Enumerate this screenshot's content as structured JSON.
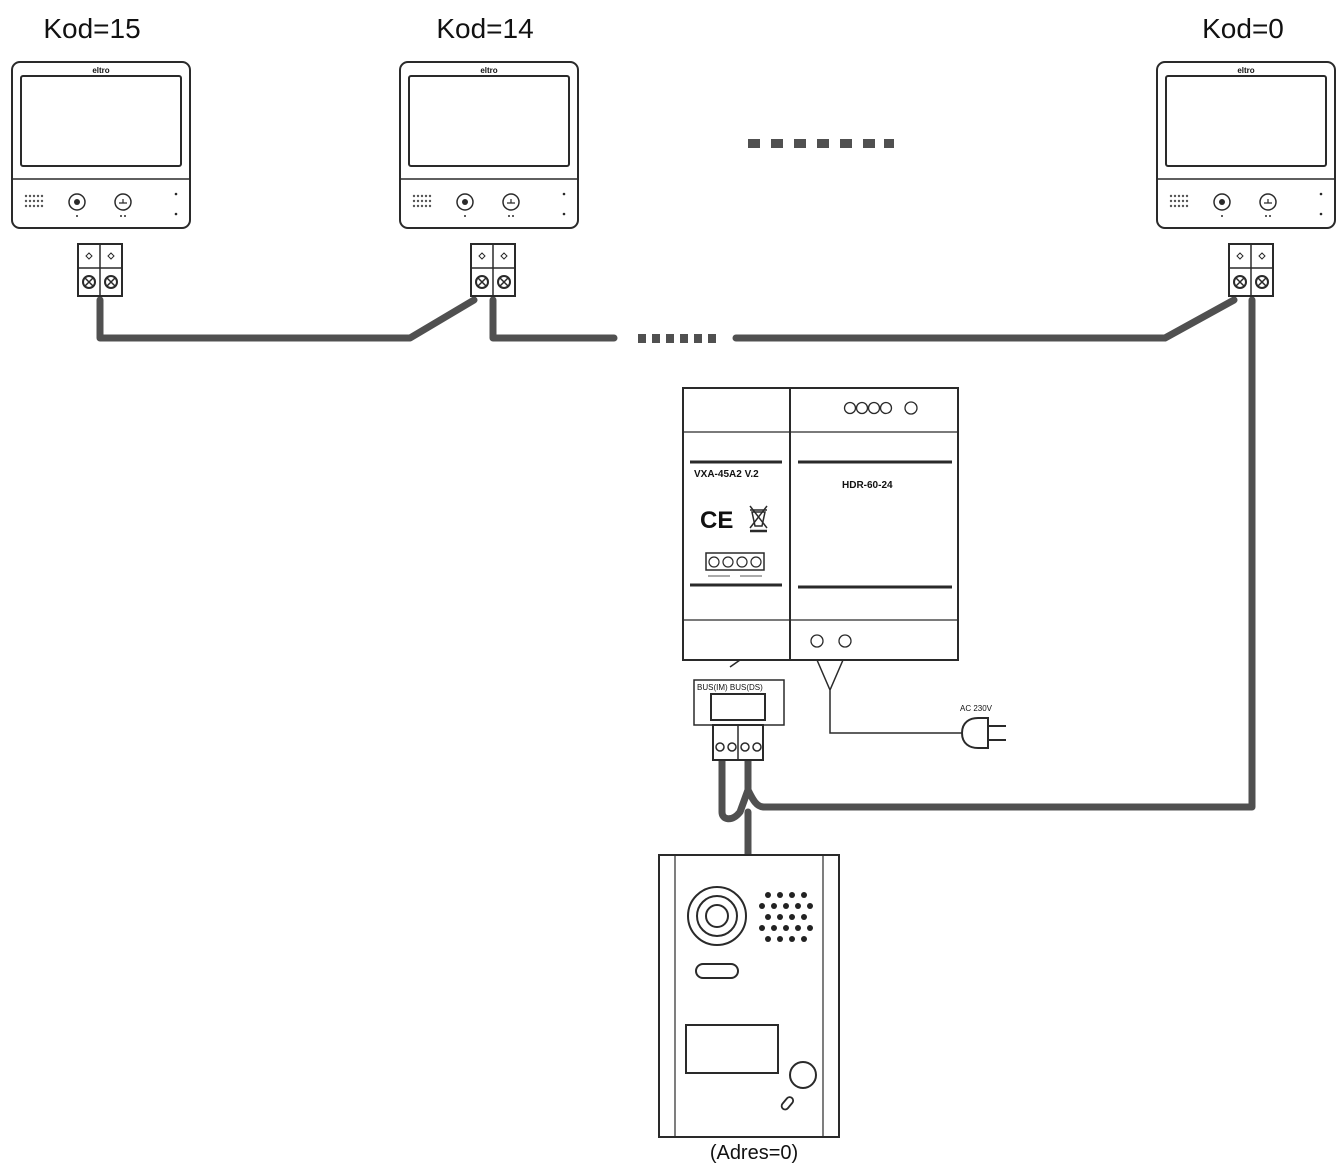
{
  "monitors": [
    {
      "code_label": "Kod=15",
      "brand": "eltro"
    },
    {
      "code_label": "Kod=14",
      "brand": "eltro"
    },
    {
      "code_label": "Kod=0",
      "brand": "eltro"
    }
  ],
  "distribution_unit": {
    "model": "VXA-45A2 V.2",
    "marks": "CE",
    "terminal_label": "BUS(IM) BUS(DS)"
  },
  "power_supply": {
    "model": "HDR-60-24"
  },
  "mains": {
    "label": "AC 230V"
  },
  "door_station": {
    "address_label": "(Adres=0)"
  },
  "colors": {
    "cable": "#505050",
    "outline": "#2a2a2a",
    "background": "#ffffff"
  }
}
